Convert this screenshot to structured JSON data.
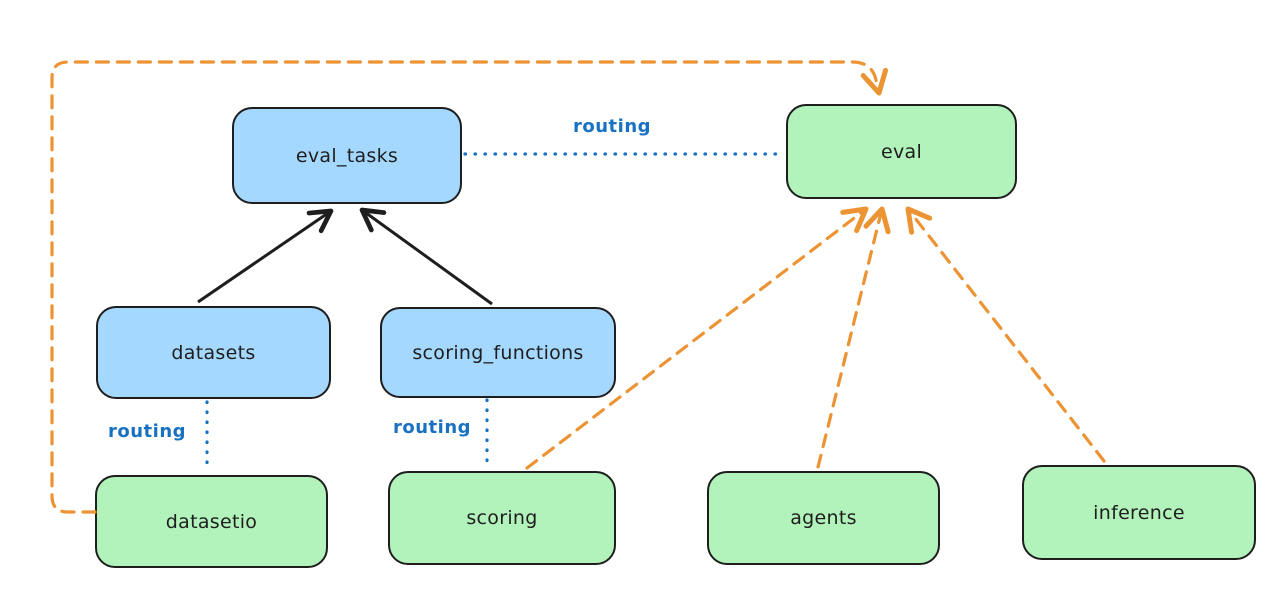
{
  "diagram": {
    "colors": {
      "api_box_fill": "#a5d8ff",
      "provider_box_fill": "#b2f2bb",
      "box_stroke": "#1e1e1e",
      "routing_blue": "#1971c2",
      "orange_dashed": "#ec9333",
      "background": "#ffffff"
    },
    "nodes": [
      {
        "id": "eval_tasks",
        "label": "eval_tasks",
        "kind": "blue"
      },
      {
        "id": "eval",
        "label": "eval",
        "kind": "green"
      },
      {
        "id": "datasets",
        "label": "datasets",
        "kind": "blue"
      },
      {
        "id": "scoring_functions",
        "label": "scoring_functions",
        "kind": "blue"
      },
      {
        "id": "datasetio",
        "label": "datasetio",
        "kind": "green"
      },
      {
        "id": "scoring",
        "label": "scoring",
        "kind": "green"
      },
      {
        "id": "agents",
        "label": "agents",
        "kind": "green"
      },
      {
        "id": "inference",
        "label": "inference",
        "kind": "green"
      }
    ],
    "edges": [
      {
        "from": "datasets",
        "to": "eval_tasks",
        "style": "solid-black-arrow",
        "label": ""
      },
      {
        "from": "scoring_functions",
        "to": "eval_tasks",
        "style": "solid-black-arrow",
        "label": ""
      },
      {
        "from": "eval_tasks",
        "to": "eval",
        "style": "dotted-blue",
        "label": "routing"
      },
      {
        "from": "datasets",
        "to": "datasetio",
        "style": "dotted-blue",
        "label": "routing"
      },
      {
        "from": "scoring_functions",
        "to": "scoring",
        "style": "dotted-blue",
        "label": "routing"
      },
      {
        "from": "scoring",
        "to": "eval",
        "style": "dashed-orange-arrow",
        "label": ""
      },
      {
        "from": "agents",
        "to": "eval",
        "style": "dashed-orange-arrow",
        "label": ""
      },
      {
        "from": "inference",
        "to": "eval",
        "style": "dashed-orange-arrow",
        "label": ""
      },
      {
        "from": "datasetio",
        "to": "eval",
        "style": "dashed-orange-arrow",
        "label": ""
      }
    ]
  }
}
